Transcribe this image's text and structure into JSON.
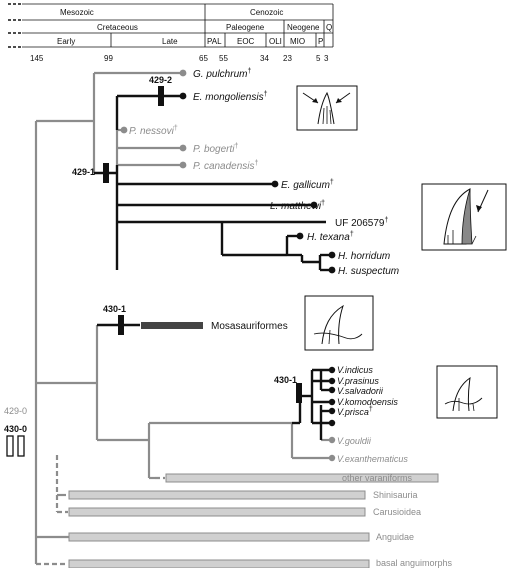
{
  "timescale": {
    "eras": [
      "Mesozoic",
      "Cenozoic"
    ],
    "periods": [
      "Cretaceous",
      "Paleogene",
      "Neogene",
      "Q"
    ],
    "epochs": [
      "Early",
      "Late",
      "PAL",
      "EOC",
      "OLI",
      "MIO",
      "P"
    ],
    "ages": [
      "145",
      "99",
      "65",
      "55",
      "34",
      "23",
      "5",
      "3"
    ]
  },
  "taxa": {
    "g_pulchrum": "G. pulchrum",
    "e_mongoliensis": "E. mongoliensis",
    "p_nessovi": "P. nessovi",
    "p_bogerti": "P. bogerti",
    "p_canadensis": "P. canadensis",
    "e_gallicum": "E. gallicum",
    "l_matthewi": "L. matthewi",
    "uf_206579": "UF 206579",
    "h_texana": "H. texana",
    "h_horridum": "H. horridum",
    "h_suspectum": "H. suspectum",
    "mosasauriformes": "Mosasauriformes",
    "v_indicus": "V.indicus",
    "v_prasinus": "V.prasinus",
    "v_salvadorii": "V.salvadorii",
    "v_komodoensis": "V.komodoensis",
    "v_prisca": "V.prisca",
    "v_gouldii": "V.gouldii",
    "v_exanthematicus": "V.exanthematicus",
    "other_varaniforms": "other varaniforms",
    "shinisauria": "Shinisauria",
    "carusioidea": "Carusioidea",
    "anguidae": "Anguidae",
    "basal_anguimorphs": "basal anguimorphs"
  },
  "dagger": "†",
  "character_labels": {
    "c_429_2": "429-2",
    "c_429_1": "429-1",
    "c_430_1_upper": "430-1",
    "c_430_1_lower": "430-1",
    "c_429_0": "429-0",
    "c_430_0": "430-0"
  },
  "colors": {
    "black": "#111111",
    "gray": "#8c8c8c",
    "bar_fill": "#d0d0d0",
    "bar_stroke": "#8c8c8c",
    "mosa_bar": "#444444"
  }
}
